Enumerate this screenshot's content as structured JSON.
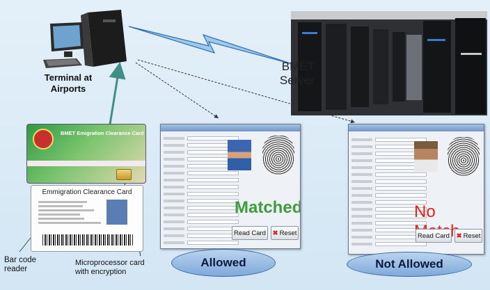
{
  "terminal": {
    "label_line1": "Terminal at",
    "label_line2": "Airports"
  },
  "server": {
    "label_line1": "BMET",
    "label_line2": "Server"
  },
  "card_green": {
    "title": "BMET Emigration Clearance Card"
  },
  "card_white": {
    "title": "Emmigration Clearance Card"
  },
  "labels": {
    "barcode_line1": "Bar code",
    "barcode_line2": "reader",
    "microprocessor_line1": "Microprocessor card",
    "microprocessor_line2": "with encryption"
  },
  "window_matched": {
    "status": "Matched",
    "read_card": "Read Card",
    "reset": "Reset",
    "outcome": "Allowed"
  },
  "window_nomatch": {
    "status": "No Match",
    "read_card": "Read Card",
    "reset": "Reset",
    "outcome": "Not Allowed"
  },
  "colors": {
    "match_green": "#3e9c3c",
    "nomatch_red": "#e0231c",
    "oval_blue": "#9fc0e6",
    "connector_teal": "#3f8f88"
  }
}
